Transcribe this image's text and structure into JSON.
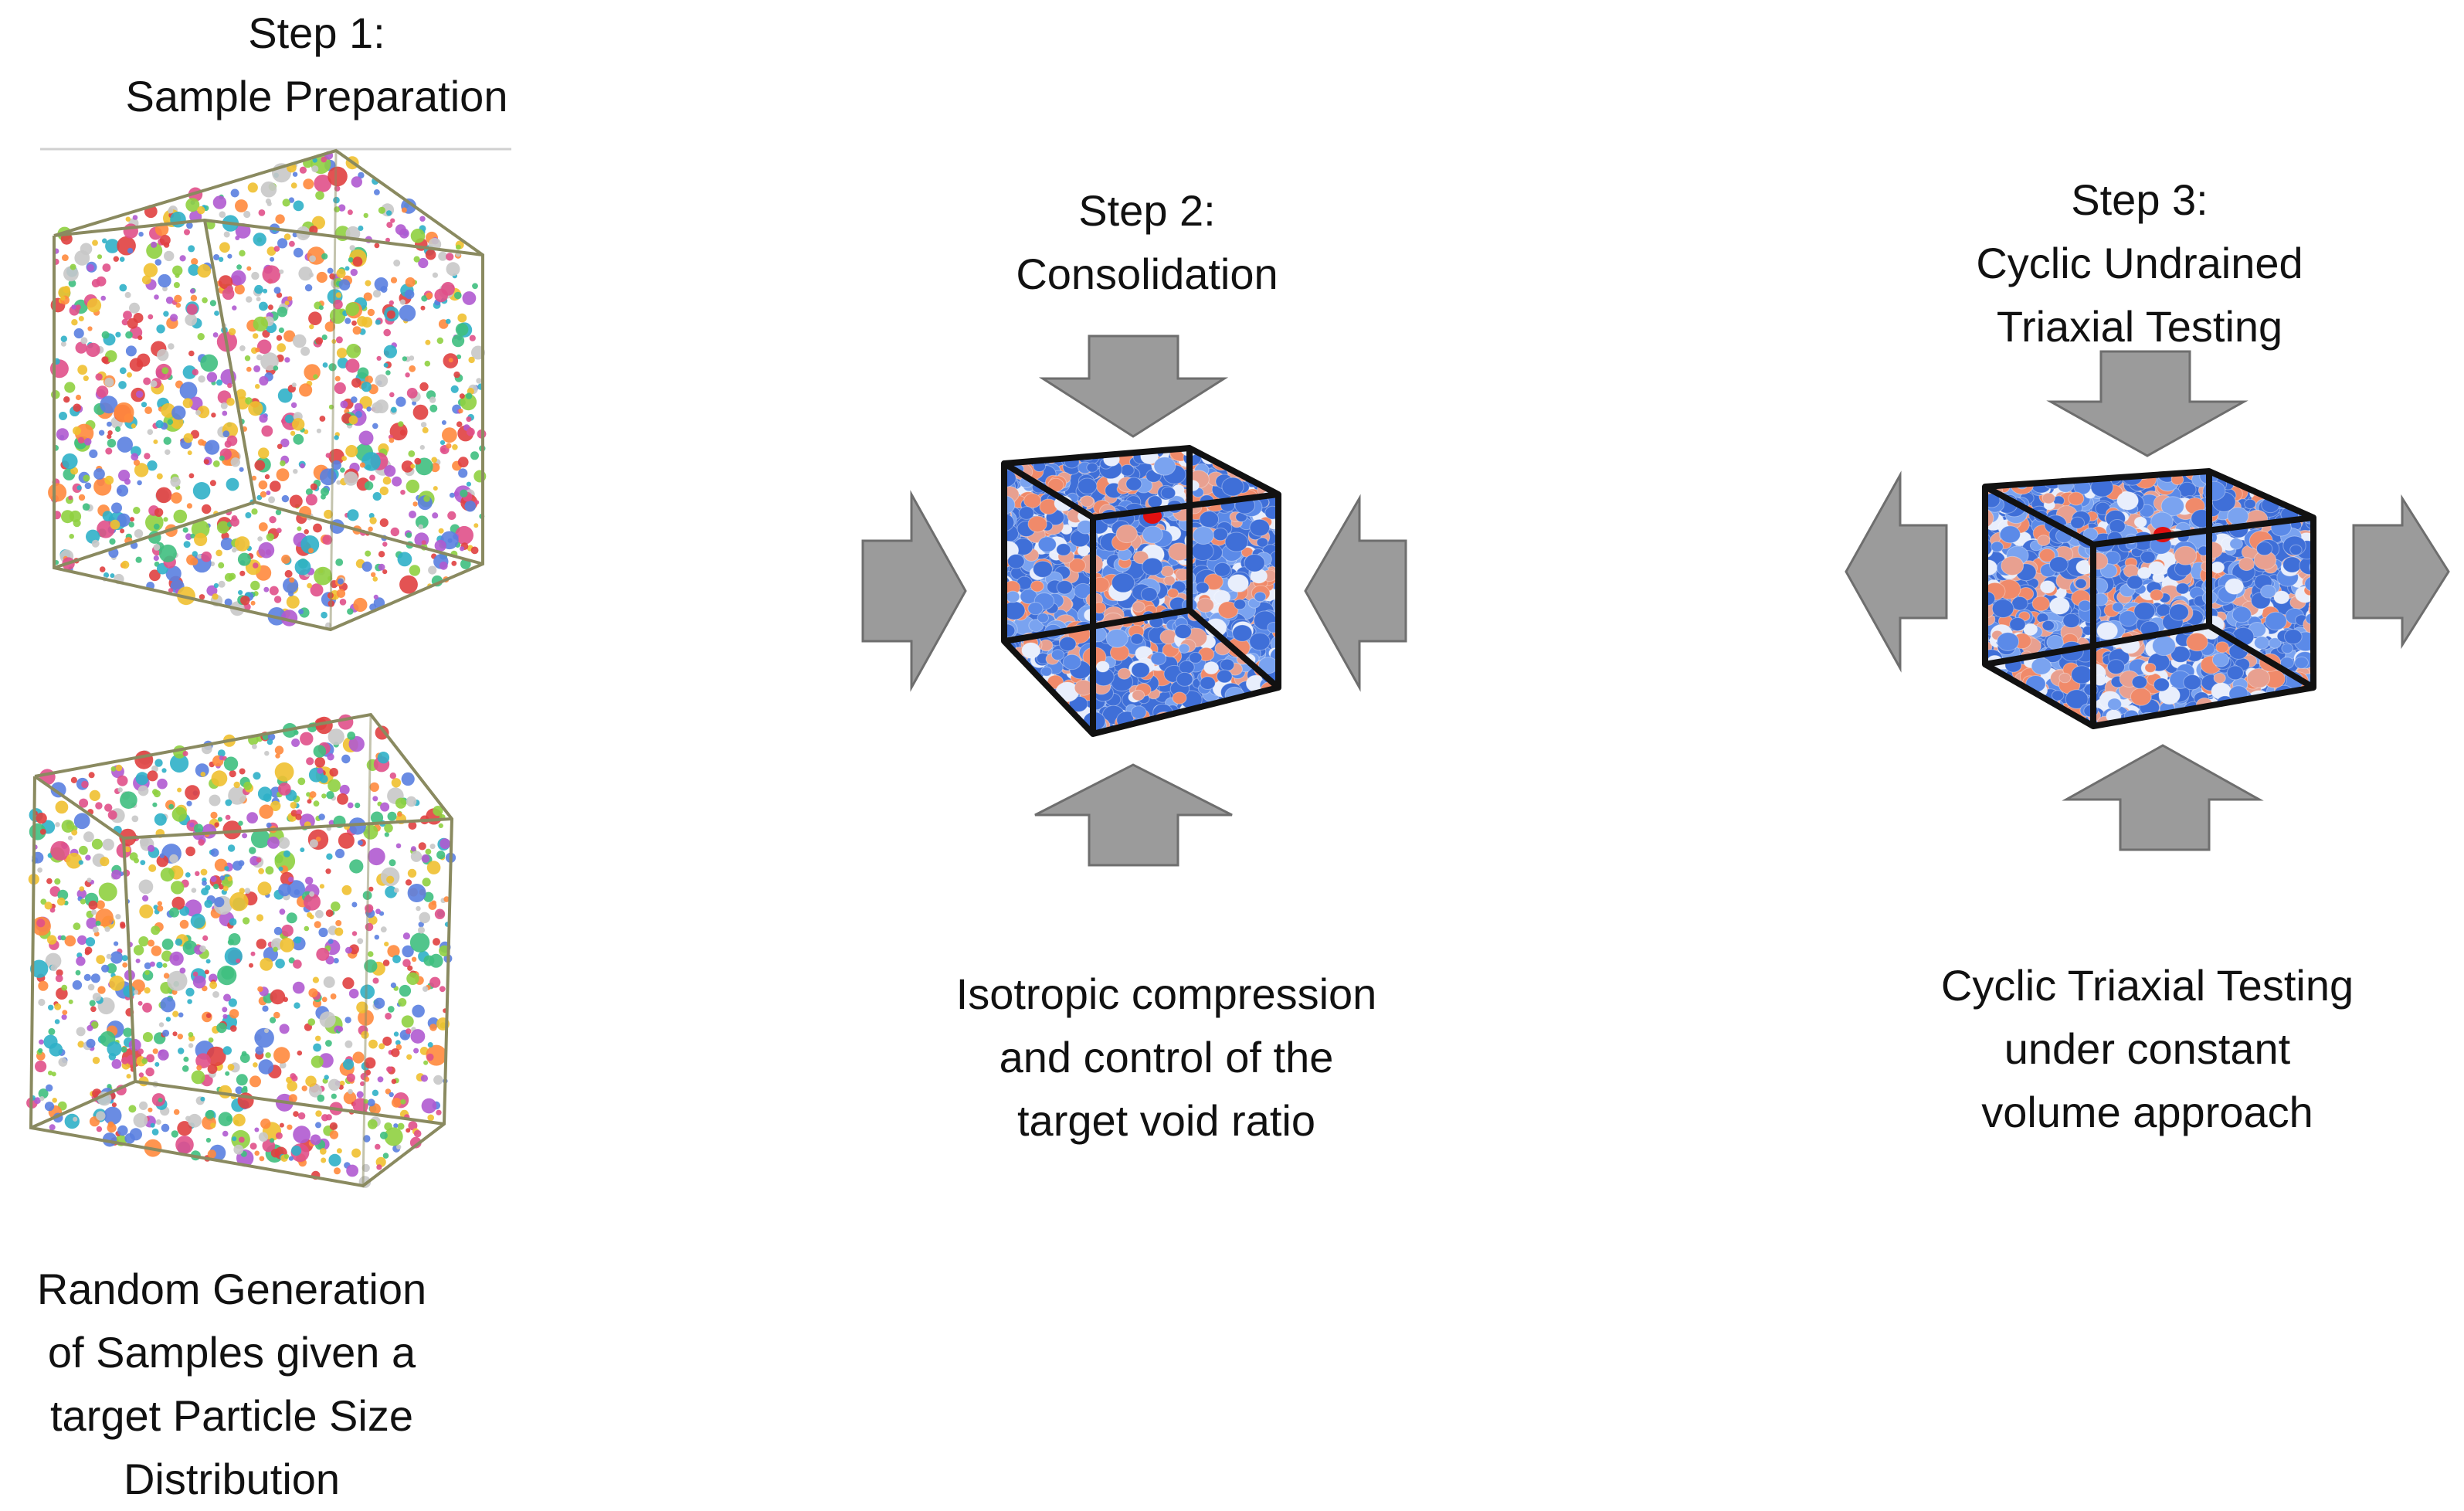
{
  "step1": {
    "heading": [
      "Step 1:",
      "Sample Preparation"
    ],
    "caption": [
      "Random Generation",
      "of Samples given a",
      "target Particle Size",
      "Distribution"
    ]
  },
  "step2": {
    "heading": [
      "Step 2:",
      "Consolidation"
    ],
    "caption": [
      "Isotropic compression",
      "and control of the",
      "target void ratio"
    ]
  },
  "step3": {
    "heading": [
      "Step 3:",
      "Cyclic Undrained",
      "Triaxial Testing"
    ],
    "caption": [
      "Cyclic Triaxial Testing",
      "under constant",
      "volume approach"
    ]
  },
  "colors": {
    "arrow_fill": "#9b9b9b",
    "arrow_stroke": "#6e6e6e",
    "loose_box_edge": "#8a8a60",
    "dense_box_edge": "#111111",
    "particle_blue": "#3f6fd8",
    "particle_orange": "#f08a6a",
    "particle_white": "#e8eefc",
    "particle_red": "#e01010"
  }
}
